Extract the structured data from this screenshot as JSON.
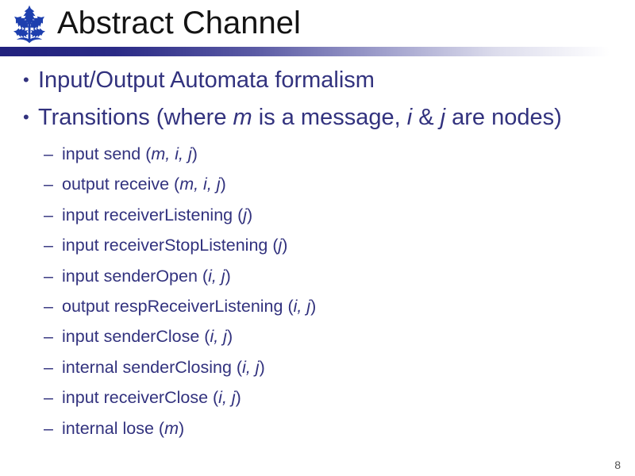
{
  "slide": {
    "title": "Abstract Channel",
    "page_number": "8"
  },
  "icons": {
    "logo": "tree-logo-icon"
  },
  "colors": {
    "title_text": "#141414",
    "body_text": "#32327e",
    "bar_navy": "#22227e",
    "logo_blue": "#1d3fae",
    "page_number": "#545454"
  },
  "markers": {
    "bullet": "•",
    "dash": "–"
  },
  "bullets": [
    {
      "segments": [
        {
          "t": "Input/Output Automata formalism",
          "i": false
        }
      ]
    },
    {
      "segments": [
        {
          "t": "Transitions (where ",
          "i": false
        },
        {
          "t": "m",
          "i": true
        },
        {
          "t": " is a message, ",
          "i": false
        },
        {
          "t": "i",
          "i": true
        },
        {
          "t": " & ",
          "i": false
        },
        {
          "t": "j",
          "i": true
        },
        {
          "t": " are nodes)",
          "i": false
        }
      ]
    }
  ],
  "sub_bullets": [
    {
      "segments": [
        {
          "t": "input send (",
          "i": false
        },
        {
          "t": "m, i, j",
          "i": true
        },
        {
          "t": ")",
          "i": false
        }
      ]
    },
    {
      "segments": [
        {
          "t": "output receive (",
          "i": false
        },
        {
          "t": "m, i, j",
          "i": true
        },
        {
          "t": ")",
          "i": false
        }
      ]
    },
    {
      "segments": [
        {
          "t": "input receiverListening (",
          "i": false
        },
        {
          "t": "j",
          "i": true
        },
        {
          "t": ")",
          "i": false
        }
      ]
    },
    {
      "segments": [
        {
          "t": "input receiverStopListening (",
          "i": false
        },
        {
          "t": "j",
          "i": true
        },
        {
          "t": ")",
          "i": false
        }
      ]
    },
    {
      "segments": [
        {
          "t": "input senderOpen (",
          "i": false
        },
        {
          "t": "i, j",
          "i": true
        },
        {
          "t": ")",
          "i": false
        }
      ]
    },
    {
      "segments": [
        {
          "t": "output respReceiverListening (",
          "i": false
        },
        {
          "t": "i, j",
          "i": true
        },
        {
          "t": ")",
          "i": false
        }
      ]
    },
    {
      "segments": [
        {
          "t": "input senderClose (",
          "i": false
        },
        {
          "t": "i, j",
          "i": true
        },
        {
          "t": ")",
          "i": false
        }
      ]
    },
    {
      "segments": [
        {
          "t": "internal senderClosing (",
          "i": false
        },
        {
          "t": "i, j",
          "i": true
        },
        {
          "t": ")",
          "i": false
        }
      ]
    },
    {
      "segments": [
        {
          "t": "input receiverClose (",
          "i": false
        },
        {
          "t": "i, j",
          "i": true
        },
        {
          "t": ")",
          "i": false
        }
      ]
    },
    {
      "segments": [
        {
          "t": "internal lose (",
          "i": false
        },
        {
          "t": "m",
          "i": true
        },
        {
          "t": ")",
          "i": false
        }
      ]
    }
  ]
}
